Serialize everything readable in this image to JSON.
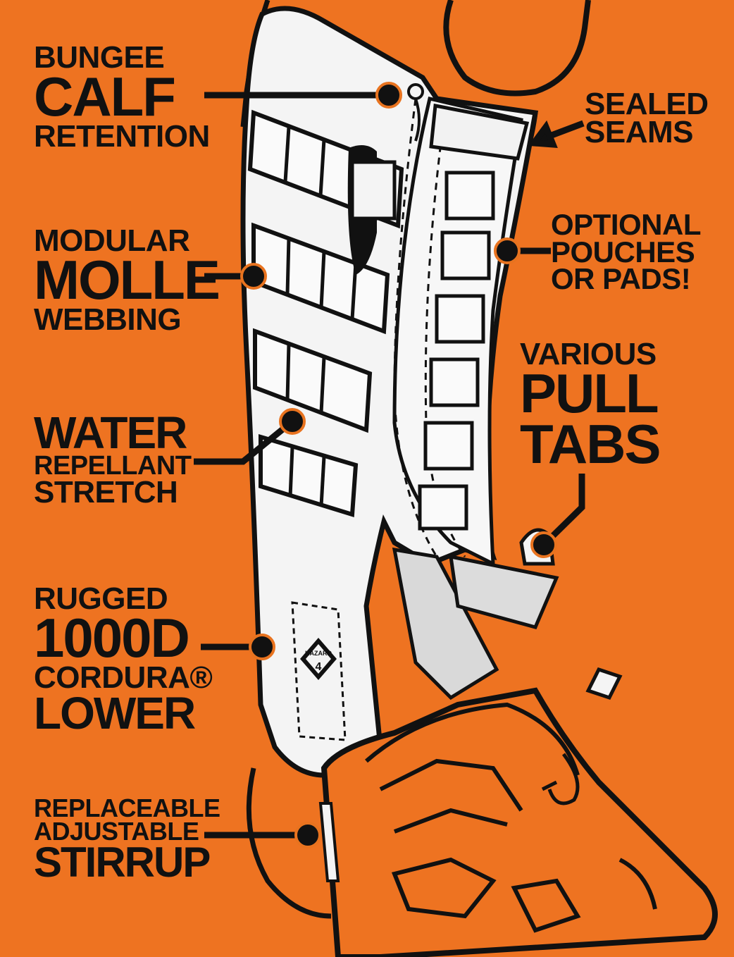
{
  "colors": {
    "background": "#ee7321",
    "ink": "#111111",
    "gaiter": "#f4f4f4"
  },
  "callouts": {
    "bungee": {
      "line1": "BUNGEE",
      "line2": "CALF",
      "line3": "RETENTION"
    },
    "molle": {
      "line1": "MODULAR",
      "line2": "MOLLE",
      "line3": "WEBBING"
    },
    "water": {
      "line1": "WATER",
      "line2": "REPELLANT",
      "line3": "STRETCH"
    },
    "cordura": {
      "line1": "RUGGED",
      "line2": "1000D",
      "line3": "CORDURA®",
      "line4": "LOWER"
    },
    "stirrup": {
      "line1": "REPLACEABLE",
      "line2": "ADJUSTABLE",
      "line3": "STIRRUP"
    },
    "sealed": {
      "line1": "SEALED",
      "line2": "SEAMS"
    },
    "pouches": {
      "line1": "OPTIONAL",
      "line2": "POUCHES",
      "line3": "OR PADS!"
    },
    "pull": {
      "line1": "VARIOUS",
      "line2": "PULL",
      "line3": "TABS"
    }
  },
  "logo": {
    "line1": "HAZARD",
    "line2": "4"
  }
}
